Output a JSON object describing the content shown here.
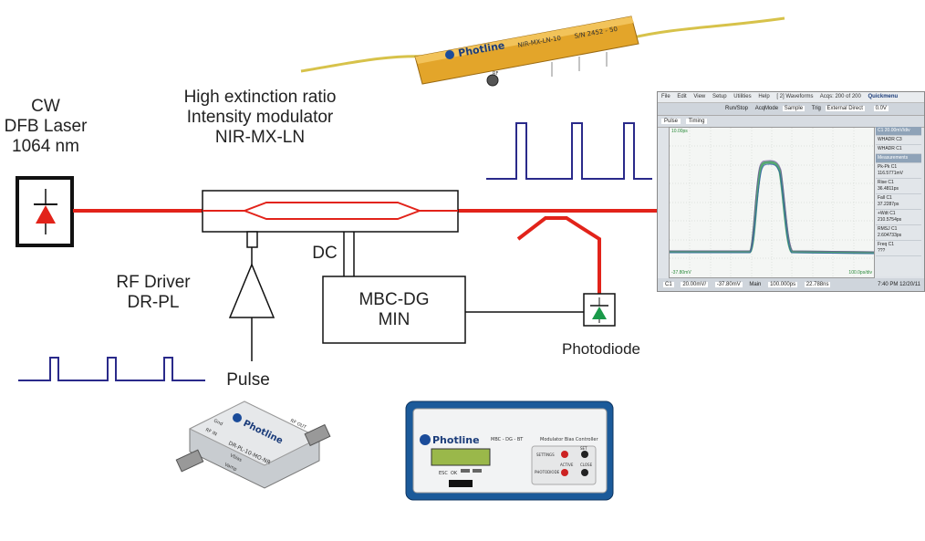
{
  "labels": {
    "laser": [
      "CW",
      "DFB Laser",
      "1064 nm"
    ],
    "modulator": [
      "High extinction ratio",
      "Intensity modulator",
      "NIR-MX-LN"
    ],
    "driver": [
      "RF Driver",
      "DR-PL"
    ],
    "dc": "DC",
    "controller": [
      "MBC-DG",
      "MIN"
    ],
    "photodiode": "Photodiode",
    "pulse": "Pulse"
  },
  "product_photos": {
    "modulator": {
      "brand": "Photline",
      "model": "NIR-MX-LN-10",
      "serial": "S/N 2452 - 50",
      "pin_label": "RF"
    },
    "driver": {
      "brand": "Photline",
      "model": "DR-PL-10-MO-NR",
      "labels": [
        "Gnd",
        "Vbias",
        "Vamp",
        "RF IN",
        "RF OUT"
      ]
    },
    "controller": {
      "brand": "Photline",
      "model": "MBC - DG - BT",
      "title": "Modulator Bias Controller",
      "keys": [
        "ESC",
        "OK"
      ],
      "buttons": [
        "SETTINGS",
        "PHOTODIODE",
        "SET",
        "ACTIVE",
        "CLOSE"
      ]
    }
  },
  "oscilloscope": {
    "menu": [
      "File",
      "Edit",
      "View",
      "Setup",
      "Utilities",
      "Help"
    ],
    "menu_status": "[ 2] Waveforms",
    "acqs": "Acqs: 200 of 200",
    "quickmenu": "Quickmenu",
    "toolbar": [
      "Run/Stop",
      "AcqMode",
      "Sample",
      "Trig",
      "External Direct",
      "0.0V"
    ],
    "toolbar2": [
      "Pulse",
      "Timing"
    ],
    "measurements": [
      {
        "name": "C1 20.00mV/div",
        "header": true
      },
      {
        "name": "WHADR C3"
      },
      {
        "name": "WHADR C1"
      },
      {
        "name": "Measurements",
        "header": true
      },
      {
        "name": "Pk-Pk  C1",
        "value": "116.5771mV"
      },
      {
        "name": "Rise   C1",
        "value": "36.4811ps"
      },
      {
        "name": "Fall   C1",
        "value": "37.2287ps"
      },
      {
        "name": "+Wdt   C1",
        "value": "210.5754ps"
      },
      {
        "name": "RMSJ   C1",
        "value": "2.604733ps"
      },
      {
        "name": "Freq   C1",
        "value": "???"
      }
    ],
    "status": [
      "C1",
      "20.00mV/",
      "-37.80mV",
      "Main",
      "100.000ps",
      "22.788ns"
    ],
    "clock": "7:40 PM 12/20/11",
    "screen_top_label": "10.00ps",
    "screen_bottom_left": "-37.80mV",
    "screen_bottom_right": "100.0ps/div"
  },
  "colors": {
    "beam": "#e2231a",
    "pulse": "#2a2a8a",
    "diode": "#e2231a",
    "photodiode": "#1a9a4a",
    "scope_trace": "#3a9a5a"
  }
}
